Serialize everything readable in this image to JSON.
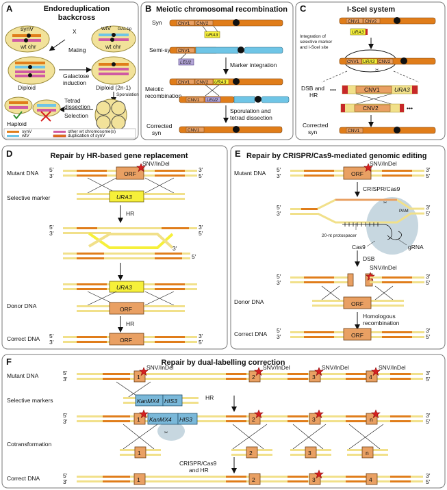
{
  "colors": {
    "orange": "#e07d1a",
    "light_yellow": "#f1e08a",
    "bright_yellow": "#f6f03a",
    "blue": "#6fc5e6",
    "pink": "#cf5aa3",
    "red": "#c62828",
    "star": "#d62020",
    "orf_fill": "#e9a063",
    "cell_fill": "#f2e29a",
    "cas9_cloud": "#b9cdd8"
  },
  "panel_a": {
    "letter": "A",
    "title_line1": "Endoreduplication",
    "title_line2": "backcross",
    "synv": "synV",
    "wtv": "wtV",
    "gal": "GAL1p",
    "wt_chr": "wt chr",
    "x_mark": "X",
    "mating": "Mating",
    "diploid": "Diploid",
    "galactose_line1": "Galactose",
    "galactose_line2": "induction",
    "diploid_2n1": "Diploid (2n-1)",
    "sporulation": "Sporulation",
    "tetrad_line1": "Tetrad",
    "tetrad_line2": "dissection",
    "selection": "Selection",
    "haploid": "Haploid",
    "legend_synv": "synV",
    "legend_other": "other wt chromosome(s)",
    "legend_wtv": "wtV",
    "legend_dup": "duplication of synV"
  },
  "panel_b": {
    "letter": "B",
    "title": "Meiotic chromosomal recombination",
    "syn": "Syn",
    "semi_syn": "Semi-syn",
    "cnv1": "CNV1",
    "cnv2": "CNV2",
    "ura3": "URA3",
    "leu2": "LEU2",
    "marker_integration": "Marker integration",
    "meiotic_line1": "Meiotic",
    "meiotic_line2": "recombination",
    "sporulation_line1": "Sporulation and",
    "sporulation_line2": "tetrad dissection",
    "corrected_line1": "Corrected",
    "corrected_line2": "syn"
  },
  "panel_c": {
    "letter": "C",
    "title": "I-SceI system",
    "cnv1": "CNV1",
    "cnv2": "CNV2",
    "ura3": "URA3",
    "integration_line1": "Integration of",
    "integration_line2": "selective marker",
    "integration_line3": "and I-SceI site",
    "dsb_line1": "DSB and",
    "dsb_line2": "HR",
    "dots": "•••",
    "corrected_line1": "Corrected",
    "corrected_line2": "syn"
  },
  "panel_d": {
    "letter": "D",
    "title": "Repair by HR-based gene replacement",
    "mutant_dna": "Mutant DNA",
    "snv": "SNV/InDel",
    "orf": "ORF",
    "selective_marker": "Selective marker",
    "ura3": "URA3",
    "hr": "HR",
    "five": "5′",
    "three": "3′",
    "donor_dna": "Donor DNA",
    "correct_dna": "Correct DNA"
  },
  "panel_e": {
    "letter": "E",
    "title": "Repair by CRISPR/Cas9-mediated genomic editing",
    "mutant_dna": "Mutant DNA",
    "snv": "SNV/InDel",
    "orf": "ORF",
    "crispr": "CRISPR/Cas9",
    "pam": "PAM",
    "protospacer": "20-nt protospacer",
    "cas9": "Cas9",
    "grna": "gRNA",
    "dsb": "DSB",
    "donor_dna": "Donor DNA",
    "homologous_line1": "Homologous",
    "homologous_line2": "recombination",
    "correct_dna": "Correct DNA",
    "five": "5′",
    "three": "3′"
  },
  "panel_f": {
    "letter": "F",
    "title": "Repair by dual-labelling correction",
    "mutant_dna": "Mutant DNA",
    "snv": "SNV/InDel",
    "selective_markers": "Selective markers",
    "kanmx4": "KanMX4",
    "his3": "HIS3",
    "hr": "HR",
    "cotransformation": "Cotransformation",
    "crispr_line1": "CRISPR/Cas9",
    "crispr_line2": "and HR",
    "correct_dna": "Correct DNA",
    "n1": "1",
    "n2": "2",
    "n3": "3",
    "n4": "4",
    "nn": "n",
    "five": "5′",
    "three": "3′"
  }
}
